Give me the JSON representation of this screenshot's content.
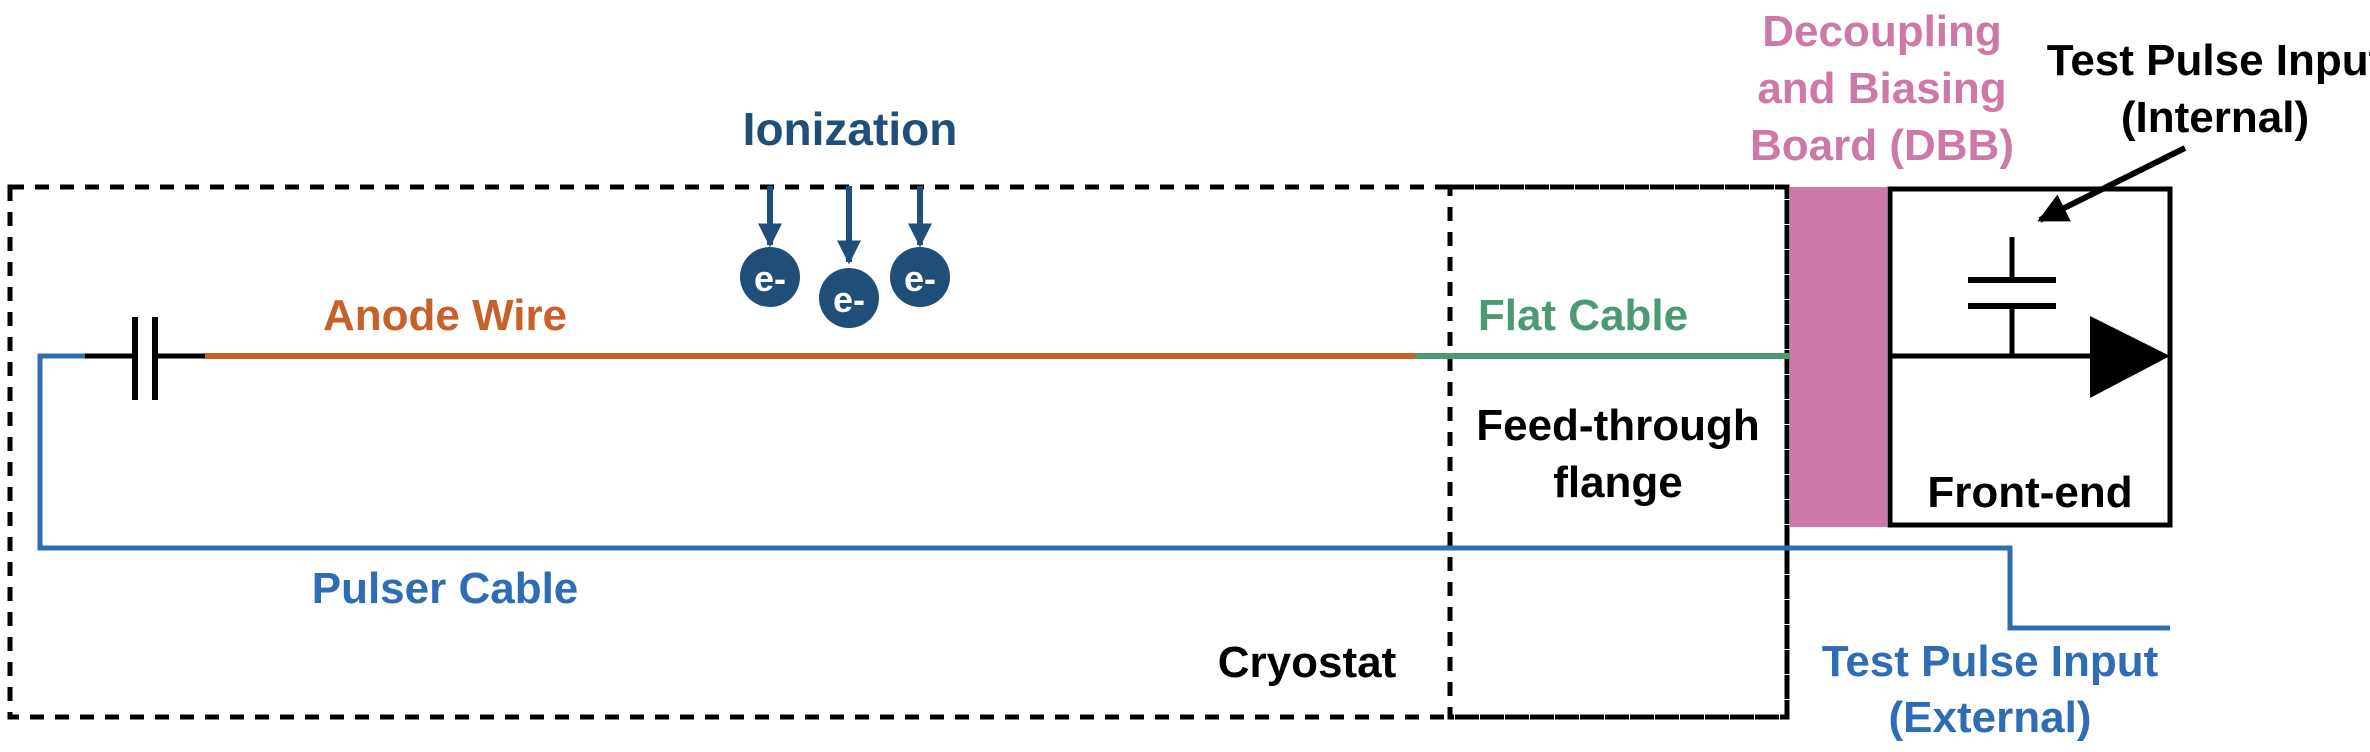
{
  "labels": {
    "ionization": "Ionization",
    "electron": "e-",
    "anode_wire": "Anode Wire",
    "flat_cable": "Flat Cable",
    "feedthrough_line1": "Feed-through",
    "feedthrough_line2": "flange",
    "dbb_line1": "Decoupling",
    "dbb_line2": "and Biasing",
    "dbb_line3": "Board (DBB)",
    "tp_internal_line1": "Test Pulse Input",
    "tp_internal_line2": "(Internal)",
    "front_end": "Front-end",
    "pulser_cable": "Pulser Cable",
    "cryostat": "Cryostat",
    "tp_external_line1": "Test Pulse Input",
    "tp_external_line2": "(External)"
  },
  "colors": {
    "ionization": "#1f4e79",
    "anode_wire": "#c8602a",
    "flat_cable": "#4c9a72",
    "dbb": "#cc79a7",
    "pulser": "#2e6db4",
    "black": "#000000"
  }
}
